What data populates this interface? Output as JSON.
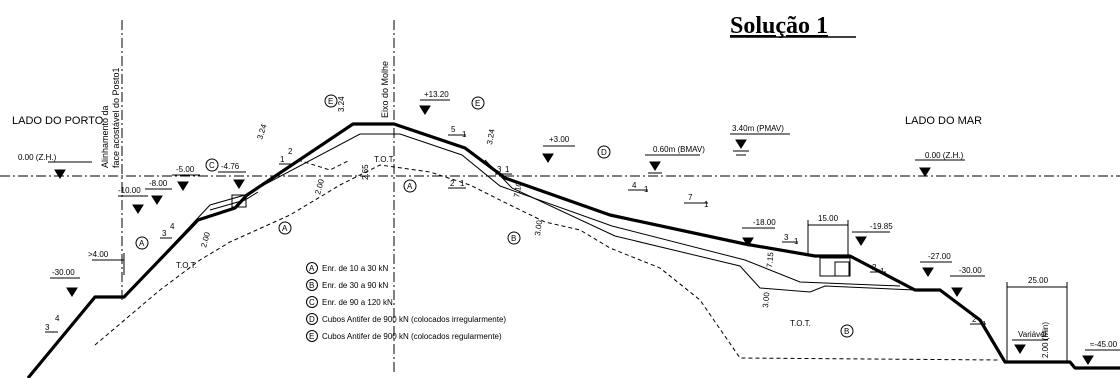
{
  "title": "Solução 1",
  "sides": {
    "port": "LADO DO PORTO",
    "sea": "LADO DO MAR"
  },
  "axes": {
    "alignment_line1": "Alinhamento da",
    "alignment_line2": "face acostável do Posto1",
    "breakwater_axis": "Eixo do Molhe"
  },
  "water_levels": {
    "zh_left": "0.00 (Z.H.)",
    "zh_right": "0.00 (Z.H.)",
    "bmav": "0.60m (BMAV)",
    "pmav": "3.40m (PMAV)"
  },
  "elevations": {
    "e_m30_left": "-30.00",
    "e_m10": "-10.00",
    "e_m8": "-8.00",
    "e_m5": "-5.00",
    "e_m476": "-4.76",
    "e_p1320": "+13.20",
    "e_p3": "+3.00",
    "e_m18": "-18.00",
    "e_m1985": "-19.85",
    "e_m27": "-27.00",
    "e_m30_right": "-30.00",
    "e_m45": "≈-45.00",
    "variable": "Variável"
  },
  "dimensions": {
    "gt4": ">4.00",
    "d324_top_a": "3.24",
    "d324_top_b": "3.24",
    "d324_right": "3.24",
    "d200_left": "2.00",
    "d200_mid": "2.00",
    "d265": "2.65",
    "d710": "7.10",
    "d300_mid": "3.00",
    "d715": "7.15",
    "d300_right": "3.00",
    "d15": "15.00",
    "d25": "25.00",
    "d2min": "2.00 (Min)"
  },
  "slopes": {
    "s34_left_a": "3",
    "s34_left_b": "4",
    "s34_bot_a": "3",
    "s34_bot_b": "4",
    "s12_a": "1",
    "s12_b": "2",
    "s51_a": "5",
    "s51_b": "1",
    "s21_mid_a": "2",
    "s21_mid_b": "1",
    "s31_mid_a": "3",
    "s31_mid_b": "1",
    "s41_a": "4",
    "s41_b": "1",
    "s71_a": "7",
    "s71_b": "1",
    "s31_right_a": "3",
    "s31_right_b": "1",
    "s21_right_a": "2",
    "s21_right_b": "1",
    "s21_bot_a": "2",
    "s21_bot_b": "1"
  },
  "tot_labels": {
    "tot_left": "T.O.T.",
    "tot_top": "T.O.T.",
    "tot_bottom": "T.O.T."
  },
  "legend": [
    {
      "key": "A",
      "text": "Enr. de 10 a 30 kN"
    },
    {
      "key": "B",
      "text": "Enr. de 30 a 90 kN"
    },
    {
      "key": "C",
      "text": "Enr. de 90 a 120 kN"
    },
    {
      "key": "D",
      "text": "Cubos Antifer de 900 kN (colocados irregularmente)"
    },
    {
      "key": "E",
      "text": "Cubos Antifer de 900 kN (colocados regularmente)"
    }
  ],
  "zone_markers": {
    "a1": "A",
    "a2": "A",
    "a3": "A",
    "b1": "B",
    "b2": "B",
    "c1": "C",
    "d1": "D",
    "e1": "E",
    "e2": "E"
  }
}
